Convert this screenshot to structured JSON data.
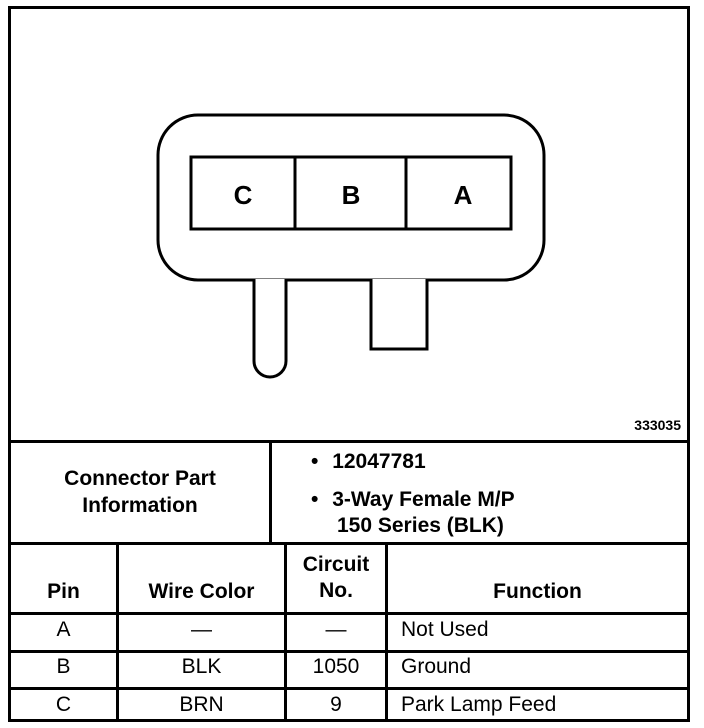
{
  "diagram": {
    "figure_id": "333035",
    "cavities": [
      "C",
      "B",
      "A"
    ]
  },
  "info": {
    "label_line1": "Connector Part",
    "label_line2": "Information",
    "bullet": "•",
    "part_number": "12047781",
    "description_line1": "3-Way Female M/P",
    "description_line2": "150 Series (BLK)"
  },
  "table": {
    "headers": {
      "pin": "Pin",
      "wire_color": "Wire Color",
      "circuit_line1": "Circuit",
      "circuit_line2": "No.",
      "function": "Function"
    },
    "rows": [
      {
        "pin": "A",
        "wire_color": "—",
        "circuit": "—",
        "function": "Not Used"
      },
      {
        "pin": "B",
        "wire_color": "BLK",
        "circuit": "1050",
        "function": "Ground"
      },
      {
        "pin": "C",
        "wire_color": "BRN",
        "circuit": "9",
        "function": "Park Lamp Feed"
      }
    ]
  }
}
